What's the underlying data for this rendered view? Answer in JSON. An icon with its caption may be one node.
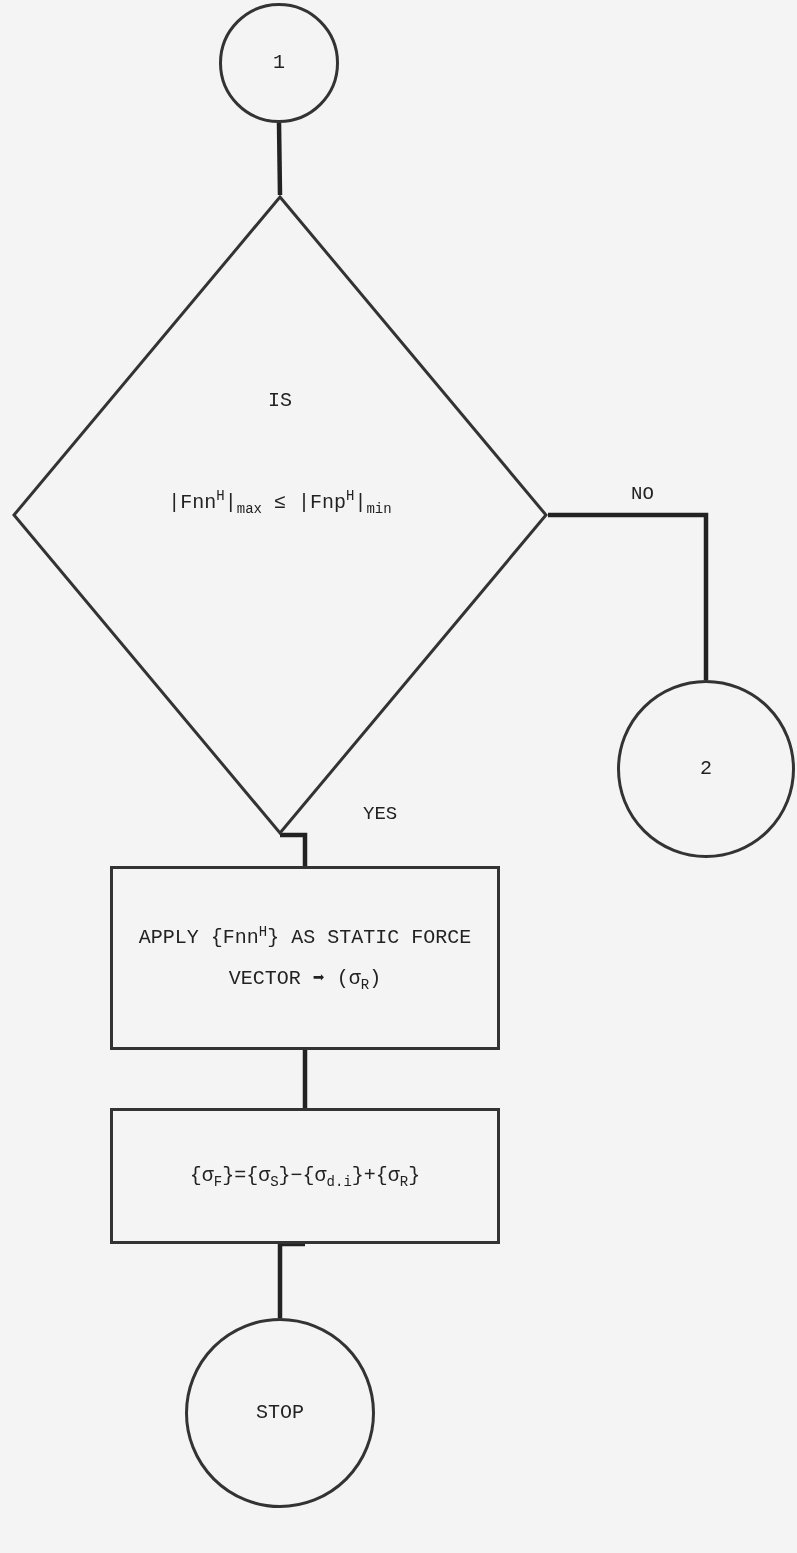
{
  "diagram": {
    "nodes": [
      {
        "text": [
          "1"
        ]
      },
      {
        "text": [
          "IS",
          "|Fnn$^{H}$|$_{max}$ ≤ |Fnp$^{H}$|$_{min}$"
        ]
      },
      {
        "text": [
          "2"
        ]
      },
      {
        "text": [
          "APPLY {Fnn$^{H}$} AS STATIC FORCE VECTOR ➡ (σ$_{R}$)"
        ]
      },
      {
        "text": [
          "{σ$_{F}$}={σ$_{S}$}−{σ$_{d.i}$}+{σ$_{R}$}"
        ]
      },
      {
        "text": [
          "STOP"
        ]
      }
    ],
    "edges": [
      {
        "from": 0,
        "to": 1,
        "arrow": "none"
      },
      {
        "from": 1,
        "to": 2,
        "arrow": "none",
        "label": "NO"
      },
      {
        "from": 1,
        "to": 3,
        "arrow": "none",
        "label": "YES"
      },
      {
        "from": 3,
        "to": 4,
        "arrow": "none"
      },
      {
        "from": 4,
        "to": 5,
        "arrow": "none"
      }
    ]
  }
}
